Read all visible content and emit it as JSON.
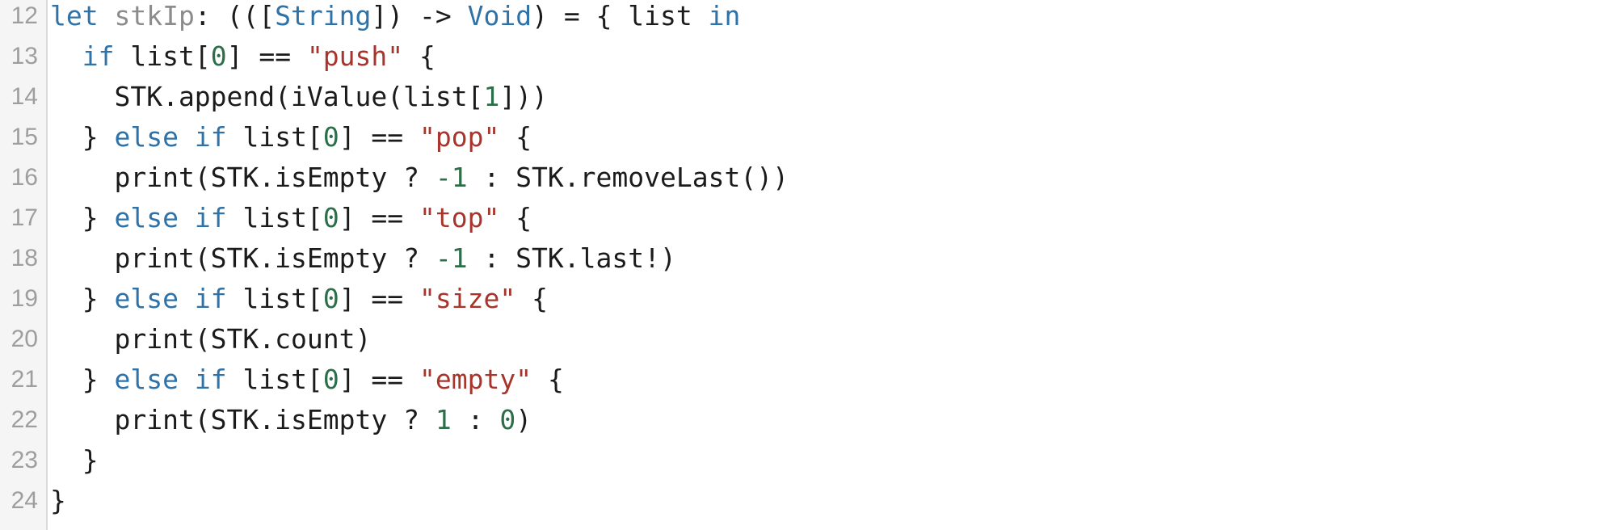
{
  "colors": {
    "keyword": "#2E72A8",
    "type": "#2E72A8",
    "plain": "#1B1B1B",
    "string": "#A8342C",
    "number": "#2C6E49",
    "declaration": "#8C8C8C",
    "line_number": "#9E9E9E",
    "gutter_bg": "#F5F5F6",
    "gutter_border": "#D9D9D9",
    "code_bg": "#FFFFFF"
  },
  "editor": {
    "lines": [
      {
        "number": "12",
        "tokens": [
          [
            "let",
            "keyword"
          ],
          [
            " ",
            "plain"
          ],
          [
            "stkIp",
            "declaration"
          ],
          [
            ": (([",
            "plain"
          ],
          [
            "String",
            "type"
          ],
          [
            "]) -> ",
            "plain"
          ],
          [
            "Void",
            "type"
          ],
          [
            ") = { list ",
            "plain"
          ],
          [
            "in",
            "keyword"
          ]
        ]
      },
      {
        "number": "13",
        "tokens": [
          [
            "  ",
            "plain"
          ],
          [
            "if",
            "keyword"
          ],
          [
            " list[",
            "plain"
          ],
          [
            "0",
            "number"
          ],
          [
            "] == ",
            "plain"
          ],
          [
            "\"push\"",
            "string"
          ],
          [
            " {",
            "plain"
          ]
        ]
      },
      {
        "number": "14",
        "tokens": [
          [
            "    STK.append(iValue(list[",
            "plain"
          ],
          [
            "1",
            "number"
          ],
          [
            "]))",
            "plain"
          ]
        ]
      },
      {
        "number": "15",
        "tokens": [
          [
            "  } ",
            "plain"
          ],
          [
            "else",
            "keyword"
          ],
          [
            " ",
            "plain"
          ],
          [
            "if",
            "keyword"
          ],
          [
            " list[",
            "plain"
          ],
          [
            "0",
            "number"
          ],
          [
            "] == ",
            "plain"
          ],
          [
            "\"pop\"",
            "string"
          ],
          [
            " {",
            "plain"
          ]
        ]
      },
      {
        "number": "16",
        "tokens": [
          [
            "    print(STK.isEmpty ? ",
            "plain"
          ],
          [
            "-1",
            "number"
          ],
          [
            " : STK.removeLast())",
            "plain"
          ]
        ]
      },
      {
        "number": "17",
        "tokens": [
          [
            "  } ",
            "plain"
          ],
          [
            "else",
            "keyword"
          ],
          [
            " ",
            "plain"
          ],
          [
            "if",
            "keyword"
          ],
          [
            " list[",
            "plain"
          ],
          [
            "0",
            "number"
          ],
          [
            "] == ",
            "plain"
          ],
          [
            "\"top\"",
            "string"
          ],
          [
            " {",
            "plain"
          ]
        ]
      },
      {
        "number": "18",
        "tokens": [
          [
            "    print(STK.isEmpty ? ",
            "plain"
          ],
          [
            "-1",
            "number"
          ],
          [
            " : STK.last!)",
            "plain"
          ]
        ]
      },
      {
        "number": "19",
        "tokens": [
          [
            "  } ",
            "plain"
          ],
          [
            "else",
            "keyword"
          ],
          [
            " ",
            "plain"
          ],
          [
            "if",
            "keyword"
          ],
          [
            " list[",
            "plain"
          ],
          [
            "0",
            "number"
          ],
          [
            "] == ",
            "plain"
          ],
          [
            "\"size\"",
            "string"
          ],
          [
            " {",
            "plain"
          ]
        ]
      },
      {
        "number": "20",
        "tokens": [
          [
            "    print(STK.count)",
            "plain"
          ]
        ]
      },
      {
        "number": "21",
        "tokens": [
          [
            "  } ",
            "plain"
          ],
          [
            "else",
            "keyword"
          ],
          [
            " ",
            "plain"
          ],
          [
            "if",
            "keyword"
          ],
          [
            " list[",
            "plain"
          ],
          [
            "0",
            "number"
          ],
          [
            "] == ",
            "plain"
          ],
          [
            "\"empty\"",
            "string"
          ],
          [
            " {",
            "plain"
          ]
        ]
      },
      {
        "number": "22",
        "tokens": [
          [
            "    print(STK.isEmpty ? ",
            "plain"
          ],
          [
            "1",
            "number"
          ],
          [
            " : ",
            "plain"
          ],
          [
            "0",
            "number"
          ],
          [
            ")",
            "plain"
          ]
        ]
      },
      {
        "number": "23",
        "tokens": [
          [
            "  }",
            "plain"
          ]
        ]
      },
      {
        "number": "24",
        "tokens": [
          [
            "}",
            "plain"
          ]
        ]
      }
    ]
  }
}
